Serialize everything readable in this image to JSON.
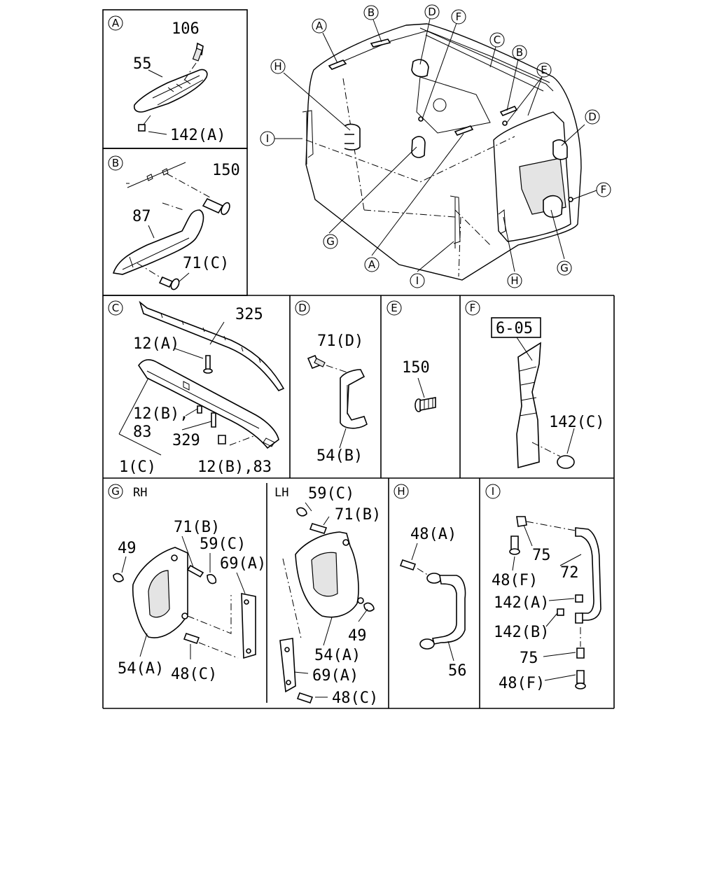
{
  "panels": {
    "A": {
      "letter": "A",
      "labels": [
        "106",
        "55",
        "142(A)"
      ]
    },
    "B": {
      "letter": "B",
      "labels": [
        "150",
        "87",
        "71(C)"
      ]
    },
    "C": {
      "letter": "C",
      "labels": [
        "325",
        "12(A)",
        "12(B),",
        "83",
        "329",
        "1(C)",
        "12(B),83"
      ]
    },
    "D": {
      "letter": "D",
      "labels": [
        "71(D)",
        "54(B)"
      ]
    },
    "E": {
      "letter": "E",
      "labels": [
        "150"
      ]
    },
    "F": {
      "letter": "F",
      "ref_box": "6-05",
      "labels": [
        "142(C)"
      ]
    },
    "G": {
      "letter": "G",
      "rh": "RH",
      "lh": "LH",
      "labels": [
        "71(B)",
        "59(C)",
        "69(A)",
        "49",
        "54(A)",
        "48(C)",
        "59(C)",
        "71(B)",
        "49",
        "54(A)",
        "69(A)",
        "48(C)"
      ]
    },
    "H": {
      "letter": "H",
      "labels": [
        "48(A)",
        "56"
      ]
    },
    "I": {
      "letter": "I",
      "labels": [
        "75",
        "72",
        "48(F)",
        "142(A)",
        "142(B)",
        "75",
        "48(F)"
      ]
    }
  },
  "overview": {
    "callouts": [
      "A",
      "B",
      "D",
      "F",
      "C",
      "B",
      "E",
      "H",
      "I",
      "D",
      "F",
      "G",
      "A",
      "I",
      "H",
      "G"
    ]
  }
}
